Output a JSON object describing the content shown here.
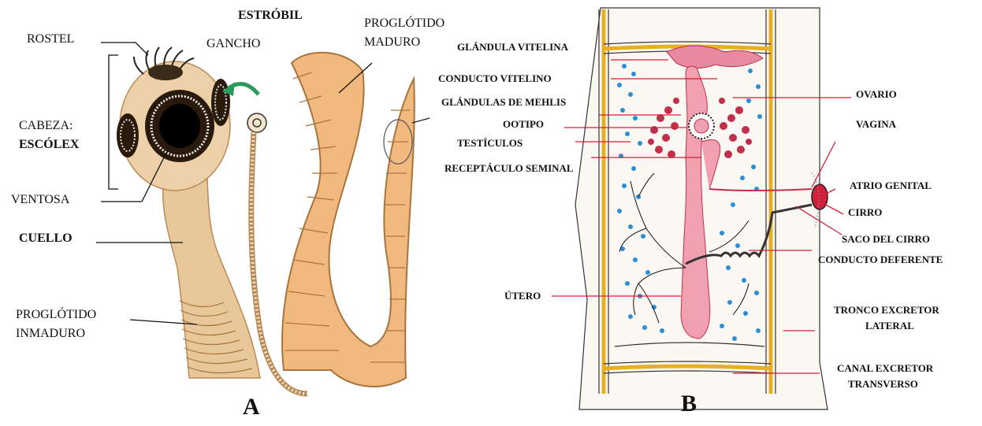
{
  "panel_a": {
    "letter": "A",
    "labels": {
      "rostel": "ROSTEL",
      "gancho": "GANCHO",
      "estrobil": "ESTRÓBIL",
      "proglotido_maduro_1": "PROGLÓTIDO",
      "proglotido_maduro_2": "MADURO",
      "cabeza_1": "CABEZA:",
      "cabeza_2": "ESCÓLEX",
      "ventosa": "VENTOSA",
      "cuello": "CUELLO",
      "proglotido_inmaduro_1": "PROGLÓTIDO",
      "proglotido_inmaduro_2": "INMADURO"
    }
  },
  "panel_b": {
    "letter": "B",
    "labels": {
      "glandula_vitelina": "GLÁNDULA VITELINA",
      "conducto_vitelino": "CONDUCTO VITELINO",
      "glandulas_mehlis": "GLÁNDULAS DE MEHLIS",
      "ootipo": "OOTIPO",
      "testiculos": "TESTÍCULOS",
      "receptaculo": "RECEPTÁCULO SEMINAL",
      "utero": "ÚTERO",
      "ovario": "OVARIO",
      "vagina": "VAGINA",
      "atrio_genital": "ATRIO GENITAL",
      "cirro": "CIRRO",
      "saco_cirro": "SACO DEL CIRRO",
      "conducto_deferente": "CONDUCTO DEFERENTE",
      "tronco_excretor_1": "TRONCO EXCRETOR",
      "tronco_excretor_2": "LATERAL",
      "canal_excretor_1": "CANAL EXCRETOR",
      "canal_excretor_2": "TRANSVERSO"
    }
  },
  "colors": {
    "worm_body": "#e8c79a",
    "worm_segment": "#f2b97e",
    "sucker": "#1a1008",
    "uterus": "#f0a0ae",
    "ovary": "#c0304a",
    "testis": "#2c8fd6",
    "canal": "#e8b020",
    "pointer_red": "#d0203a"
  }
}
